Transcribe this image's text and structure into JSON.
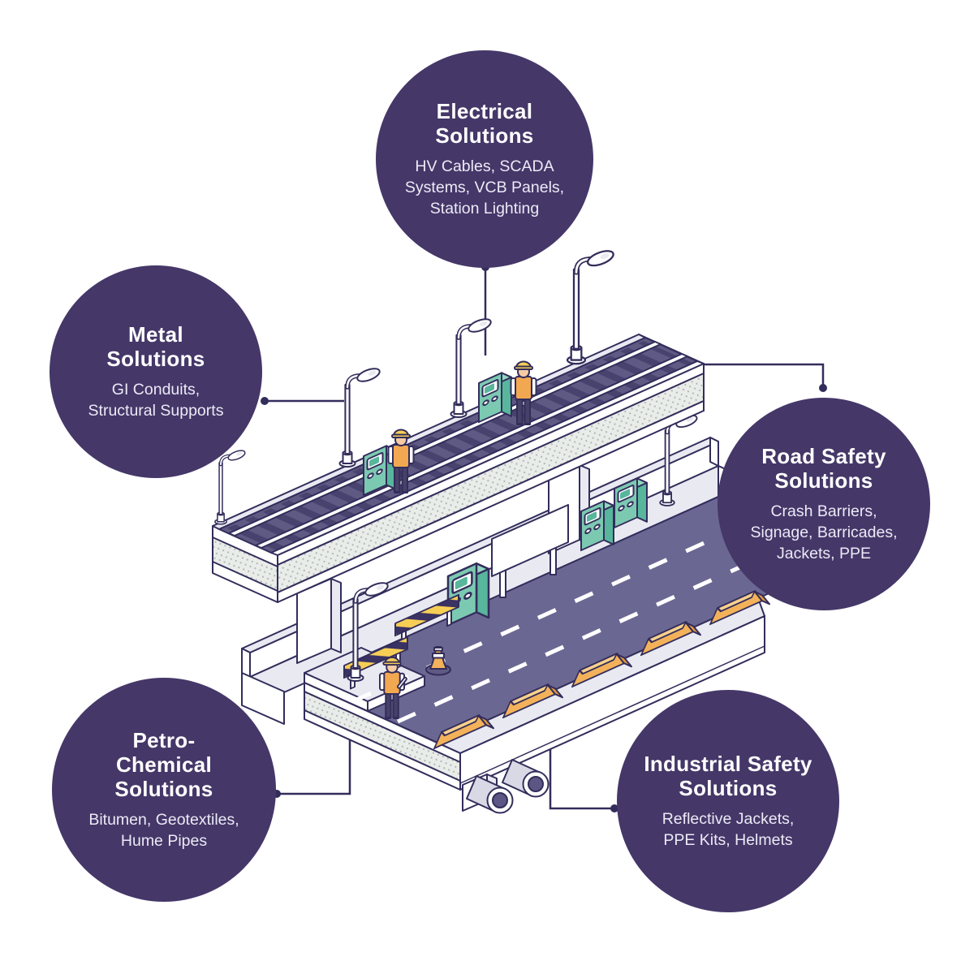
{
  "nodes": [
    {
      "id": "electrical",
      "title": "Electrical\nSolutions",
      "items": "HV Cables, SCADA\nSystems, VCB Panels,\nStation Lighting"
    },
    {
      "id": "metal",
      "title": "Metal\nSolutions",
      "items": "GI Conduits,\nStructural Supports"
    },
    {
      "id": "road-safety",
      "title": "Road Safety\nSolutions",
      "items": "Crash Barriers,\nSignage, Barricades,\nJackets, PPE"
    },
    {
      "id": "petro-chemical",
      "title": "Petro-\nChemical\nSolutions",
      "items": "Bitumen, Geotextiles,\nHume Pipes"
    },
    {
      "id": "industrial-safety",
      "title": "Industrial Safety\nSolutions",
      "items": "Reflective Jackets,\nPPE Kits, Helmets"
    }
  ],
  "illustration": {
    "description": "Isometric elevated rail viaduct above a highway under construction",
    "elements": [
      "elevated-rail-track-icon",
      "girder-icon",
      "support-pillar-icon",
      "road-deck-icon",
      "sidewalk-icon",
      "parapet-icon",
      "lane-marking-icon",
      "crash-barrier-icon",
      "barricade-icon",
      "traffic-cone-icon",
      "street-lamp-icon",
      "ticket-machine-icon",
      "signboard-icon",
      "hume-pipe-icon",
      "worker-icon",
      "connector-line-icon"
    ]
  },
  "colors": {
    "ink": "#332d5b",
    "node": "#453768",
    "nodetext": "#ffffff",
    "paper": "#ffffff",
    "lite": "#e9e9f2",
    "shade": "#d9d9e6",
    "road": "#6b6793",
    "bed": "#5f5a84",
    "tie": "#48426e",
    "hole": "#5b5684",
    "stipbg": "#e9ece9",
    "stipdot": "#aab8b4",
    "green1": "#7cc9b2",
    "green2": "#58b69c",
    "green3": "#92d6c2",
    "or1": "#f3b25a",
    "or2": "#f8d18c",
    "or3": "#e2993f",
    "helm": "#f6ce55",
    "vest": "#f2a850",
    "skin": "#f6cba4",
    "pants": "#474168",
    "stripey": "#f7ce55",
    "stripen": "#393263"
  }
}
